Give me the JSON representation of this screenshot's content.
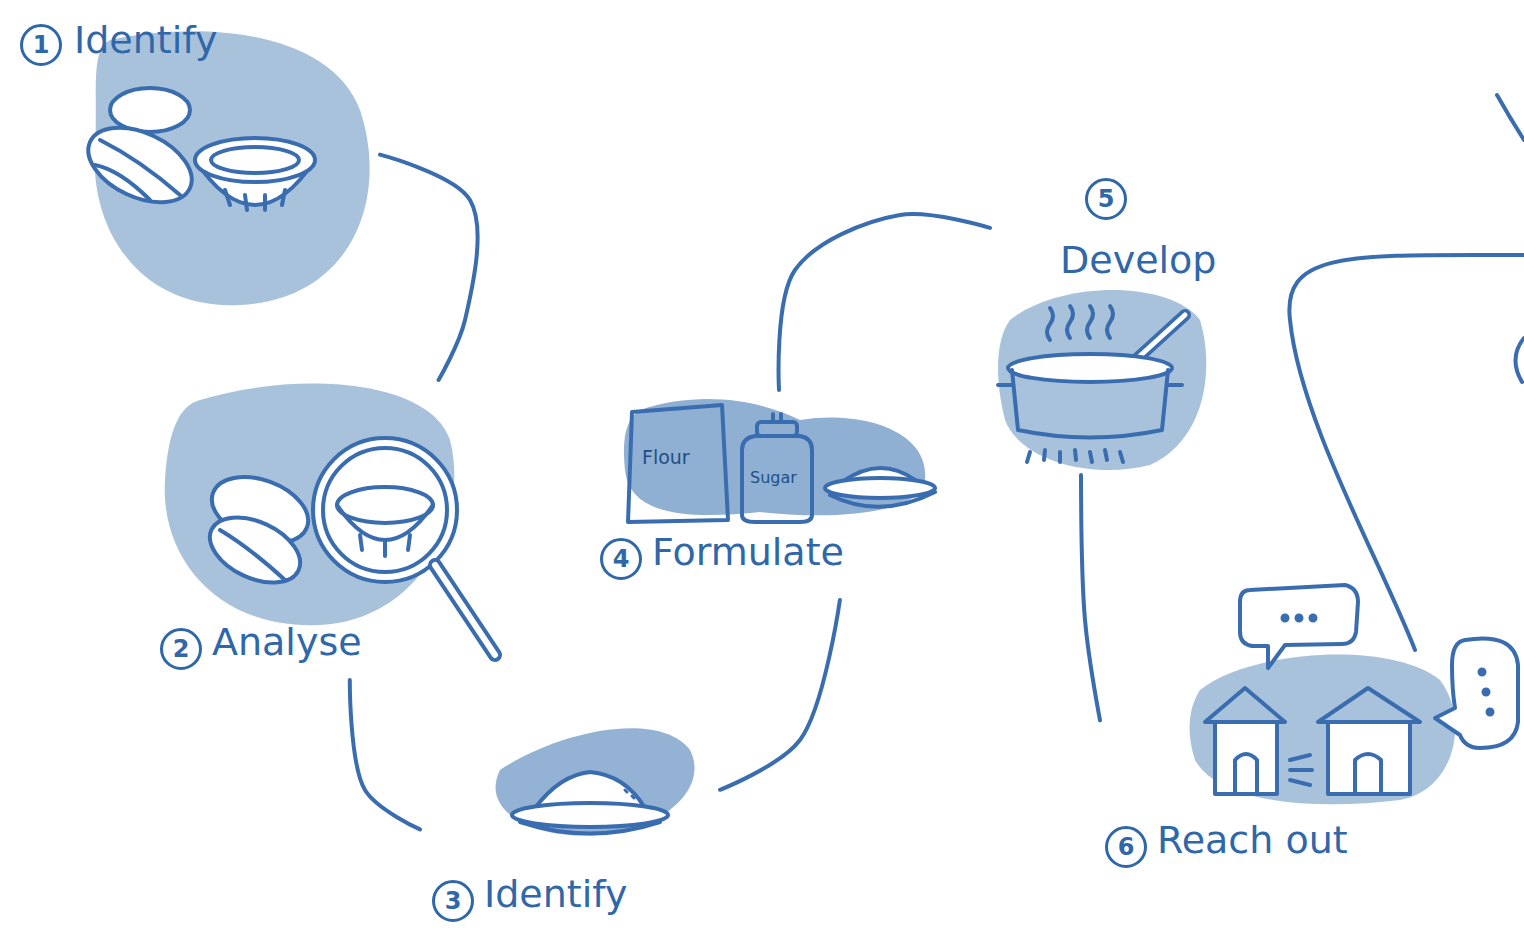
{
  "diagram": {
    "nodes": [
      {
        "text": [
          "1",
          "Identify"
        ]
      },
      {
        "text": [
          "2",
          "Analyse"
        ]
      },
      {
        "text": [
          "3",
          "Identify"
        ]
      },
      {
        "text": [
          "4",
          "Formulate"
        ]
      },
      {
        "text": [
          "5",
          "Develop"
        ]
      },
      {
        "text": [
          "6",
          "Reach out"
        ]
      }
    ],
    "edges": [
      {
        "from": 0,
        "to": 1,
        "arrow": "none"
      },
      {
        "from": 1,
        "to": 2,
        "arrow": "none"
      },
      {
        "from": 2,
        "to": 3,
        "arrow": "none"
      },
      {
        "from": 3,
        "to": 4,
        "arrow": "none"
      },
      {
        "from": 4,
        "to": 5,
        "arrow": "none"
      }
    ],
    "labels": [
      "Flour",
      "Sugar"
    ]
  }
}
